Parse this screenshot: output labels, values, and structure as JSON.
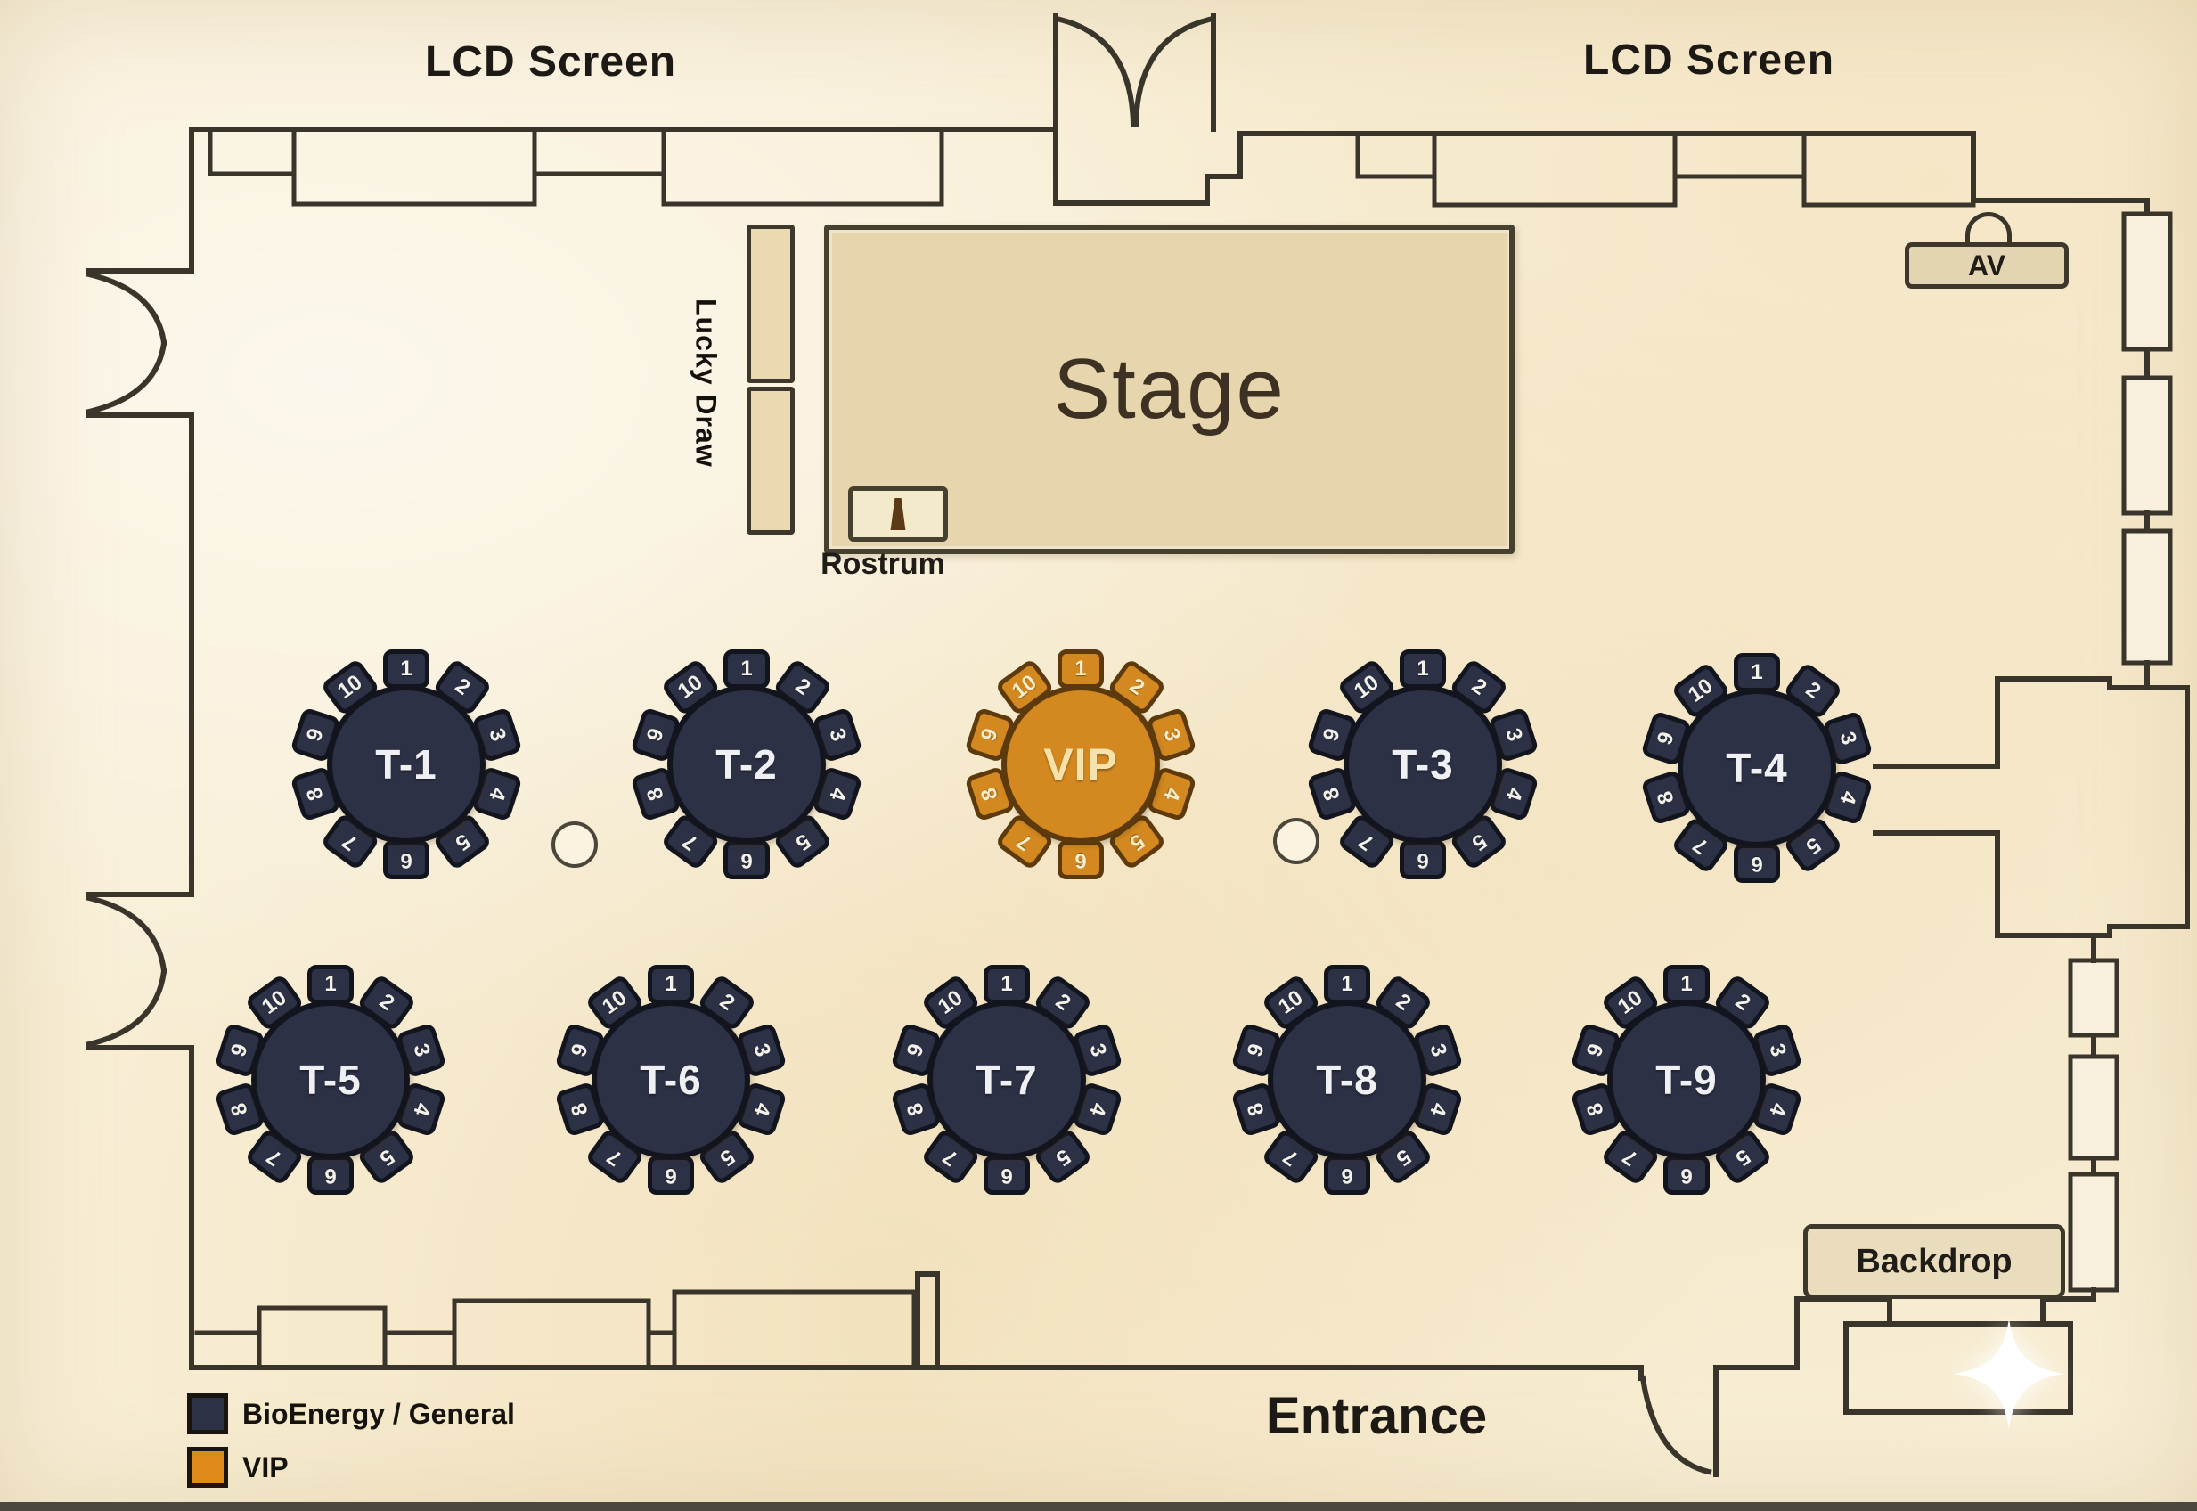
{
  "floor_plan": {
    "lcd_screen_left_label": "LCD Screen",
    "lcd_screen_right_label": "LCD Screen",
    "stage_label": "Stage",
    "lucky_draw_label": "Lucky Draw",
    "rostrum_label": "Rostrum",
    "av_label": "AV",
    "backdrop_label": "Backdrop",
    "entrance_label": "Entrance"
  },
  "legend": {
    "items": [
      {
        "label": "BioEnergy / General",
        "category": "general",
        "color": "#2d3145"
      },
      {
        "label": "VIP",
        "category": "vip",
        "color": "#e0891b"
      }
    ]
  },
  "colors": {
    "general": {
      "fill": "#2d3145",
      "border": "#13151e",
      "text": "#eef0f4",
      "seatText": "#f2f1ea"
    },
    "vip": {
      "fill": "#d3891f",
      "border": "#5d3a0c",
      "text": "#f7e2ab",
      "seatText": "#f8ecca"
    }
  },
  "tables": [
    {
      "id": "T-1",
      "label": "T-1",
      "category": "general",
      "seats": [
        "1",
        "2",
        "3",
        "4",
        "5",
        "6",
        "7",
        "8",
        "9",
        "10"
      ]
    },
    {
      "id": "T-2",
      "label": "T-2",
      "category": "general",
      "seats": [
        "1",
        "2",
        "3",
        "4",
        "5",
        "6",
        "7",
        "8",
        "9",
        "10"
      ]
    },
    {
      "id": "VIP",
      "label": "VIP",
      "category": "vip",
      "seats": [
        "1",
        "2",
        "3",
        "4",
        "5",
        "6",
        "7",
        "8",
        "9",
        "10"
      ]
    },
    {
      "id": "T-3",
      "label": "T-3",
      "category": "general",
      "seats": [
        "1",
        "2",
        "3",
        "4",
        "5",
        "6",
        "7",
        "8",
        "9",
        "10"
      ]
    },
    {
      "id": "T-4",
      "label": "T-4",
      "category": "general",
      "seats": [
        "1",
        "2",
        "3",
        "4",
        "5",
        "6",
        "7",
        "8",
        "9",
        "10"
      ]
    },
    {
      "id": "T-5",
      "label": "T-5",
      "category": "general",
      "seats": [
        "1",
        "2",
        "3",
        "4",
        "5",
        "6",
        "7",
        "8",
        "9",
        "10"
      ]
    },
    {
      "id": "T-6",
      "label": "T-6",
      "category": "general",
      "seats": [
        "1",
        "2",
        "3",
        "4",
        "5",
        "6",
        "7",
        "8",
        "9",
        "10"
      ]
    },
    {
      "id": "T-7",
      "label": "T-7",
      "category": "general",
      "seats": [
        "1",
        "2",
        "3",
        "4",
        "5",
        "6",
        "7",
        "8",
        "9",
        "10"
      ]
    },
    {
      "id": "T-8",
      "label": "T-8",
      "category": "general",
      "seats": [
        "1",
        "2",
        "3",
        "4",
        "5",
        "6",
        "7",
        "8",
        "9",
        "10"
      ]
    },
    {
      "id": "T-9",
      "label": "T-9",
      "category": "general",
      "seats": [
        "1",
        "2",
        "3",
        "4",
        "5",
        "6",
        "7",
        "8",
        "9",
        "10"
      ]
    }
  ]
}
